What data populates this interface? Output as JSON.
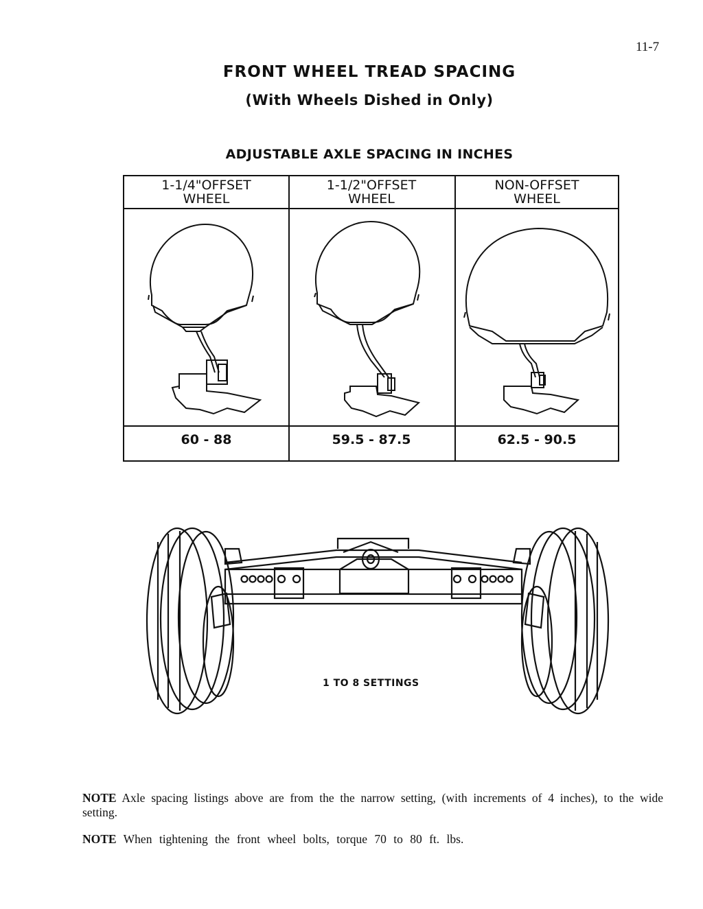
{
  "page": {
    "number": "11-7",
    "title": "FRONT WHEEL TREAD SPACING",
    "subtitle": "(With Wheels Dished in Only)"
  },
  "table": {
    "heading": "ADJUSTABLE AXLE SPACING IN INCHES",
    "columns": [
      {
        "line1": "1-1/4\"OFFSET",
        "line2": "WHEEL",
        "value": "60  -  88"
      },
      {
        "line1": "1-1/2\"OFFSET",
        "line2": "WHEEL",
        "value": "59.5  -  87.5"
      },
      {
        "line1": "NON-OFFSET",
        "line2": "WHEEL",
        "value": "62.5  -  90.5"
      }
    ]
  },
  "axle_figure": {
    "label": "1 TO 8 SETTINGS"
  },
  "notes": [
    {
      "label": "NOTE",
      "text": " Axle spacing listings above are from the the narrow setting, (with increments of 4 inches), to the wide setting."
    },
    {
      "label": "NOTE",
      "text": " When tightening the front wheel bolts, torque 70 to 80 ft. lbs."
    }
  ]
}
